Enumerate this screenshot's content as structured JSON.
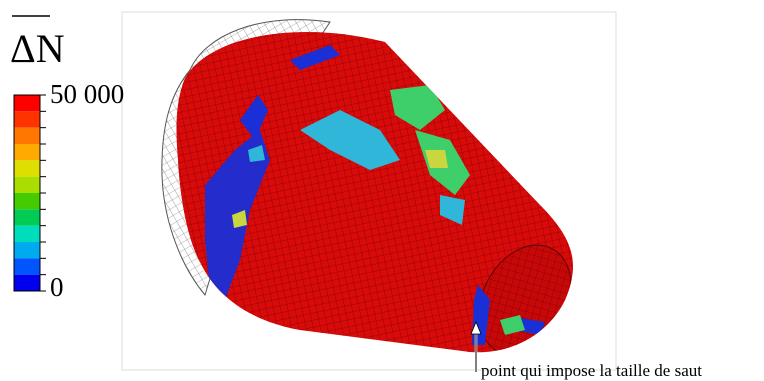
{
  "legend": {
    "title": "ΔN",
    "max_label": "50 000",
    "min_label": "0",
    "colors": [
      "#ff0000",
      "#ff3300",
      "#ff7700",
      "#ffaa00",
      "#dede00",
      "#aadd00",
      "#44cc00",
      "#00cc55",
      "#00ddbb",
      "#00aaee",
      "#0055ff",
      "#0000ee"
    ]
  },
  "annotation": {
    "text": "point qui impose la taille de saut"
  },
  "mesh_colors": {
    "surface": "#d80a0a",
    "wireframe": "#555555",
    "blue": "#1a2fd6",
    "cyan": "#2fb6d8",
    "green": "#3fcf6a",
    "yellow": "#c9d640"
  }
}
